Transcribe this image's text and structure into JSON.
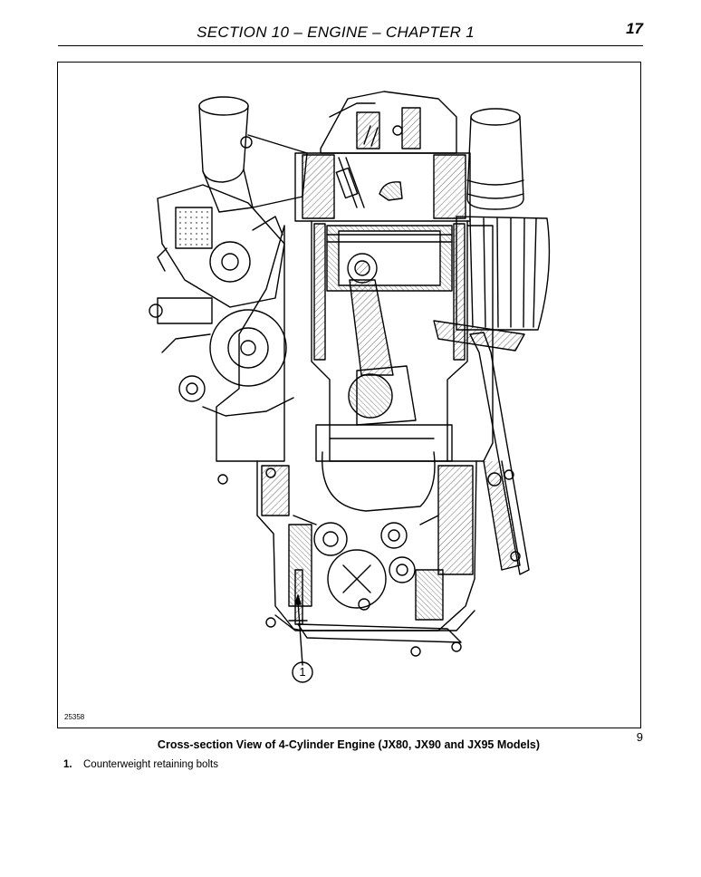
{
  "header": {
    "title": "SECTION 10 – ENGINE – CHAPTER 1",
    "page_number": "17"
  },
  "figure": {
    "code": "25358",
    "callout": "1",
    "number": "9",
    "caption": "Cross-section View of 4-Cylinder Engine (JX80, JX90 and JX95 Models)"
  },
  "legend": [
    {
      "number": "1.",
      "text": "Counterweight retaining bolts"
    }
  ]
}
